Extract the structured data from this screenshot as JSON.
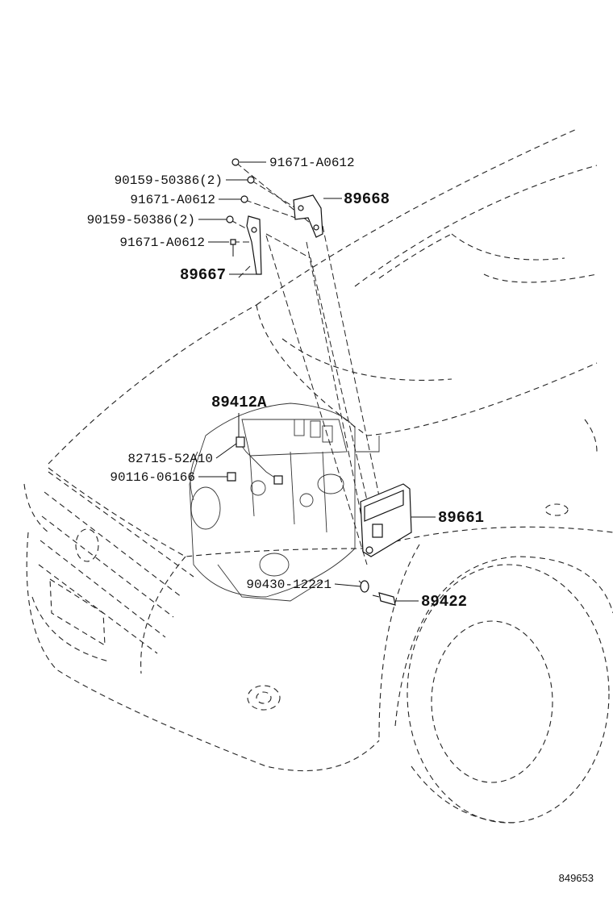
{
  "diagram": {
    "callouts": [
      {
        "id": "c1",
        "text": "91671-A0612"
      },
      {
        "id": "c2",
        "text": "90159-50386(2)"
      },
      {
        "id": "c3",
        "text": "91671-A0612"
      },
      {
        "id": "c4",
        "text": "89668"
      },
      {
        "id": "c5",
        "text": "90159-50386(2)"
      },
      {
        "id": "c6",
        "text": "91671-A0612"
      },
      {
        "id": "c7",
        "text": "89667"
      },
      {
        "id": "c8",
        "text": "89412A"
      },
      {
        "id": "c9",
        "text": "82715-52A10"
      },
      {
        "id": "c10",
        "text": "90116-06166"
      },
      {
        "id": "c11",
        "text": "89661"
      },
      {
        "id": "c12",
        "text": "90430-12221"
      },
      {
        "id": "c13",
        "text": "89422"
      }
    ],
    "reference_number": "849653"
  }
}
